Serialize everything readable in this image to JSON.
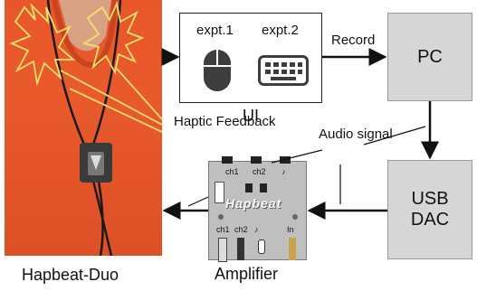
{
  "diagram": {
    "ui_box": {
      "title": "UI",
      "expt1_label": "expt.1",
      "expt2_label": "expt.2"
    },
    "pc_label": "PC",
    "usb_dac_label": "USB DAC",
    "record_label": "Record",
    "audio_signal_label": "Audio signal",
    "haptic_feedback_label": "Haptic Feedback",
    "device_caption": "Hapbeat-Duo",
    "amplifier_caption": "Amplifier",
    "amplifier_panel": {
      "brand": "Hapbeat",
      "top_ch1": "ch1",
      "top_ch2": "ch2",
      "bottom_ch1": "ch1",
      "bottom_ch2": "ch2",
      "bottom_in": "In"
    },
    "colors": {
      "shirt": "#e8572a",
      "burst_outline": "#f3e16a",
      "box_fill": "#d6d6d6",
      "arrow": "#111111"
    }
  }
}
